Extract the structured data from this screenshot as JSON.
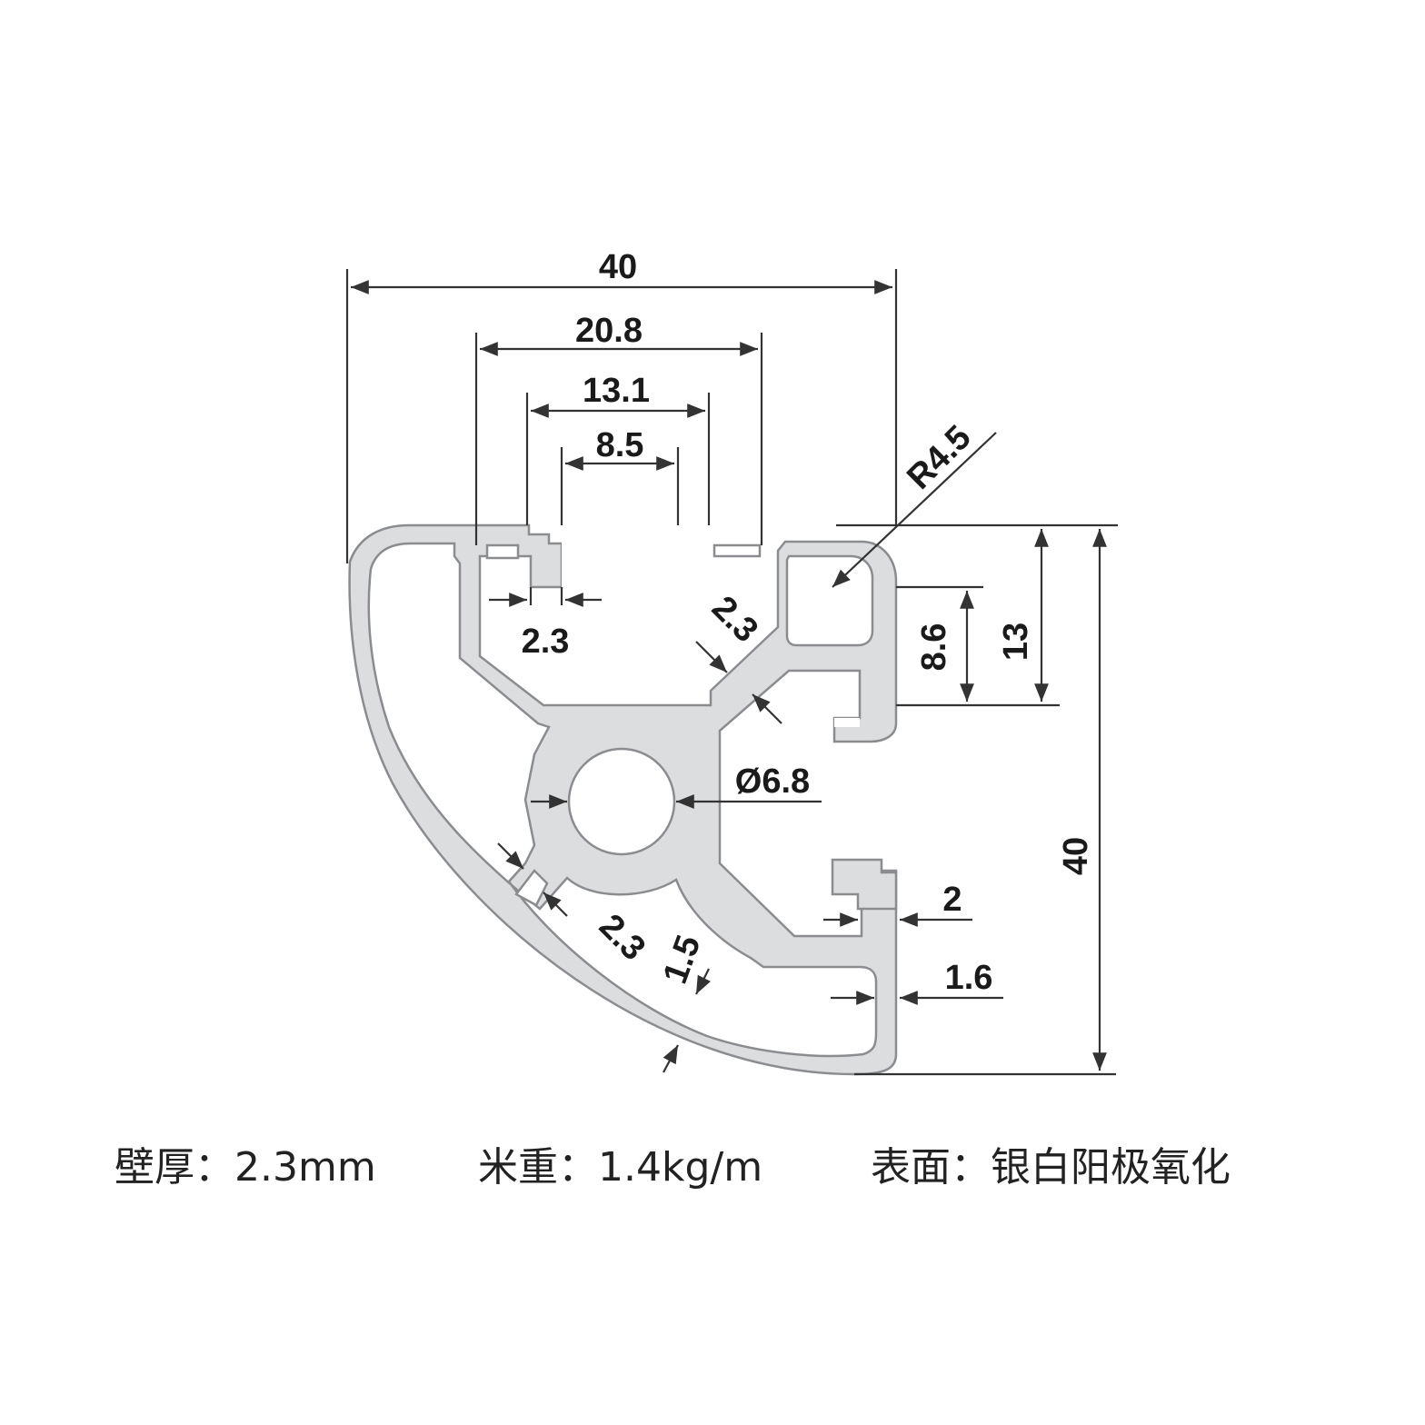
{
  "dimensions": {
    "top_total": "40",
    "top_outer_slot": "20.8",
    "top_slot": "13.1",
    "top_opening": "8.5",
    "lip_top": "2.3",
    "diag_inner": "2.3",
    "radius_corner": "R4.5",
    "right_inner": "8.6",
    "right_outer": "13",
    "right_total": "40",
    "hole_dia": "Ø6.8",
    "right_lip": "2",
    "right_wall": "1.6",
    "rib": "2.3",
    "arc_wall": "1.5"
  },
  "specs": [
    {
      "key": "壁厚",
      "value": "2.3mm"
    },
    {
      "key": "米重",
      "value": "1.4kg/m"
    },
    {
      "key": "表面",
      "value": "银白阳极氧化"
    }
  ],
  "colors": {
    "profile_fill": "#dcdddf",
    "profile_stroke": "#8a8c90",
    "dimension_line": "#333333"
  }
}
